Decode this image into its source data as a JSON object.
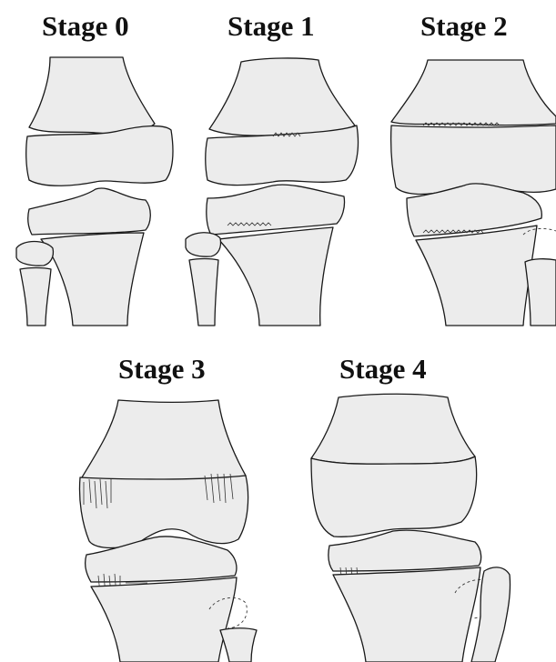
{
  "stages": [
    {
      "label": "Stage 0"
    },
    {
      "label": "Stage 1"
    },
    {
      "label": "Stage 2"
    },
    {
      "label": "Stage 3"
    },
    {
      "label": "Stage 4"
    }
  ]
}
